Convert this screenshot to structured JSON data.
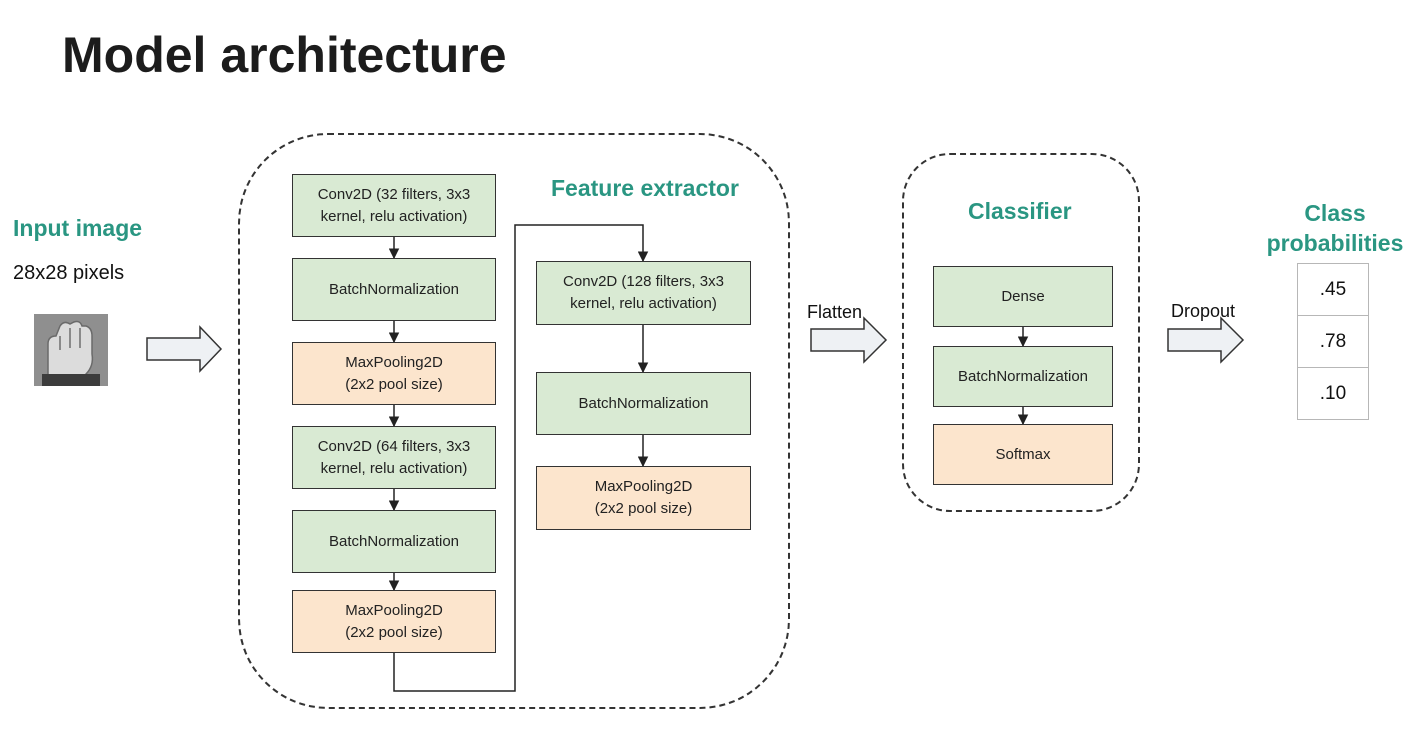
{
  "title": "Model architecture",
  "input": {
    "heading": "Input image",
    "size_text": "28x28 pixels",
    "thumbnail_icon": "hand-sign-image"
  },
  "feature_extractor": {
    "heading": "Feature extractor",
    "layers": [
      "Conv2D (32 filters, 3x3\nkernel, relu activation)",
      "BatchNormalization",
      "MaxPooling2D\n(2x2 pool size)",
      "Conv2D (64 filters, 3x3\nkernel, relu activation)",
      "BatchNormalization",
      "MaxPooling2D\n(2x2 pool size)",
      "Conv2D (128 filters, 3x3\nkernel, relu activation)",
      "BatchNormalization",
      "MaxPooling2D\n(2x2 pool size)"
    ]
  },
  "flatten_label": "Flatten",
  "classifier": {
    "heading": "Classifier",
    "layers": [
      "Dense",
      "BatchNormalization",
      "Softmax"
    ]
  },
  "dropout_label": "Dropout",
  "output": {
    "heading": "Class\nprobabilities",
    "values": [
      ".45",
      ".78",
      ".10"
    ]
  },
  "colors": {
    "heading": "#2a9682",
    "layer_green": "#d9ead3",
    "layer_orange": "#fce5cd",
    "arrow_fill": "#eef1f4"
  }
}
